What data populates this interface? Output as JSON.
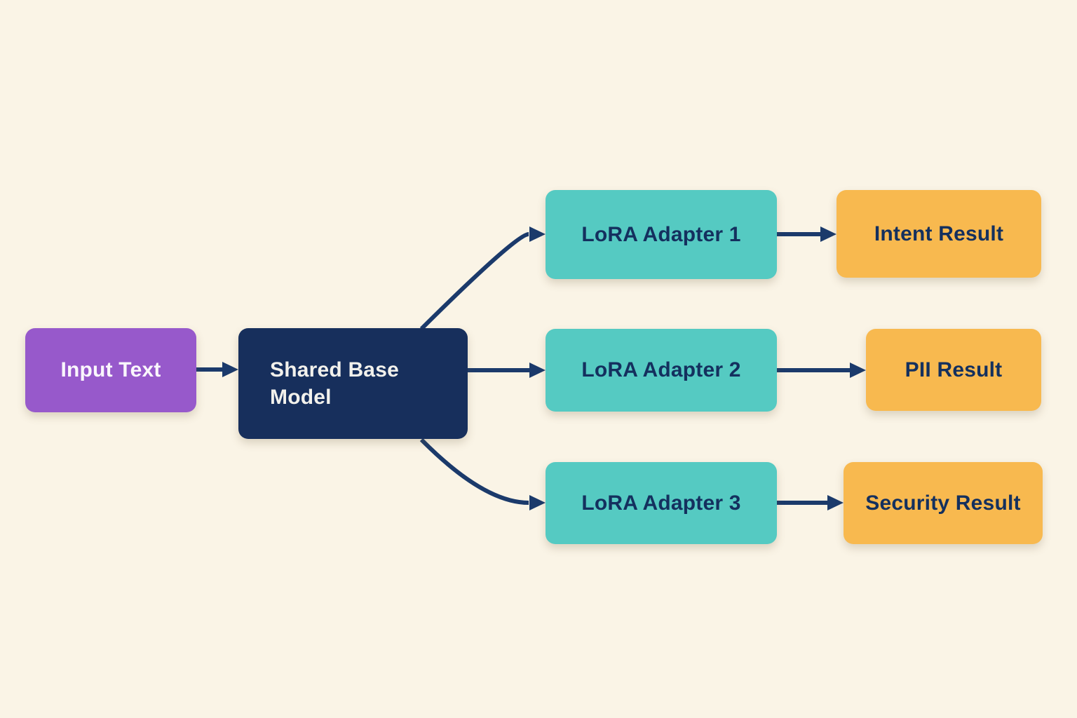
{
  "diagram": {
    "background": "#faf4e6",
    "edge_color": "#1b3a6b",
    "nodes": {
      "input_text": {
        "label": "Input Text",
        "fill": "#9759cb",
        "text_color": "#faf6fc"
      },
      "shared_base_model": {
        "label": "Shared Base Model",
        "fill": "#172f5c",
        "text_color": "#f2f1ec"
      },
      "lora_adapter_1": {
        "label": "LoRA Adapter 1",
        "fill": "#55cac2",
        "text_color": "#14305e"
      },
      "lora_adapter_2": {
        "label": "LoRA Adapter 2",
        "fill": "#55cac2",
        "text_color": "#14305e"
      },
      "lora_adapter_3": {
        "label": "LoRA Adapter 3",
        "fill": "#55cac2",
        "text_color": "#14305e"
      },
      "intent_result": {
        "label": "Intent Result",
        "fill": "#f8b94f",
        "text_color": "#14305e"
      },
      "pii_result": {
        "label": "PII Result",
        "fill": "#f8b94f",
        "text_color": "#14305e"
      },
      "security_result": {
        "label": "Security Result",
        "fill": "#f8b94f",
        "text_color": "#14305e"
      }
    },
    "edges": [
      {
        "from": "input_text",
        "to": "shared_base_model"
      },
      {
        "from": "shared_base_model",
        "to": "lora_adapter_1"
      },
      {
        "from": "shared_base_model",
        "to": "lora_adapter_2"
      },
      {
        "from": "shared_base_model",
        "to": "lora_adapter_3"
      },
      {
        "from": "lora_adapter_1",
        "to": "intent_result"
      },
      {
        "from": "lora_adapter_2",
        "to": "pii_result"
      },
      {
        "from": "lora_adapter_3",
        "to": "security_result"
      }
    ]
  }
}
